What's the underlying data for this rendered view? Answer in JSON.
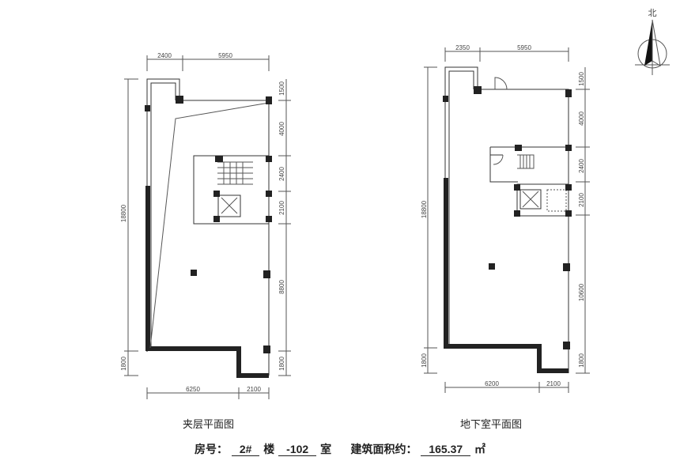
{
  "plans": [
    {
      "title": "夹层平面图",
      "top_dims": [
        "2400",
        "5950"
      ],
      "left_dims": [
        "18800",
        "1800"
      ],
      "right_dims": [
        "1500",
        "4000",
        "2400",
        "2100",
        "8800",
        "1800"
      ],
      "bottom_dims": [
        "6250",
        "2100"
      ]
    },
    {
      "title": "地下室平面图",
      "top_dims": [
        "2350",
        "5950"
      ],
      "left_dims": [
        "18800",
        "1800"
      ],
      "right_dims": [
        "1500",
        "4000",
        "2400",
        "2100",
        "10600",
        "1800"
      ],
      "bottom_dims": [
        "6200",
        "2100"
      ]
    }
  ],
  "compass": {
    "label": "北"
  },
  "info": {
    "room_label": "房号：",
    "building": "2#",
    "building_suffix": "楼",
    "room": "-102",
    "room_suffix": "室",
    "area_label": "建筑面积约：",
    "area": "165.37",
    "area_unit": "㎡"
  }
}
